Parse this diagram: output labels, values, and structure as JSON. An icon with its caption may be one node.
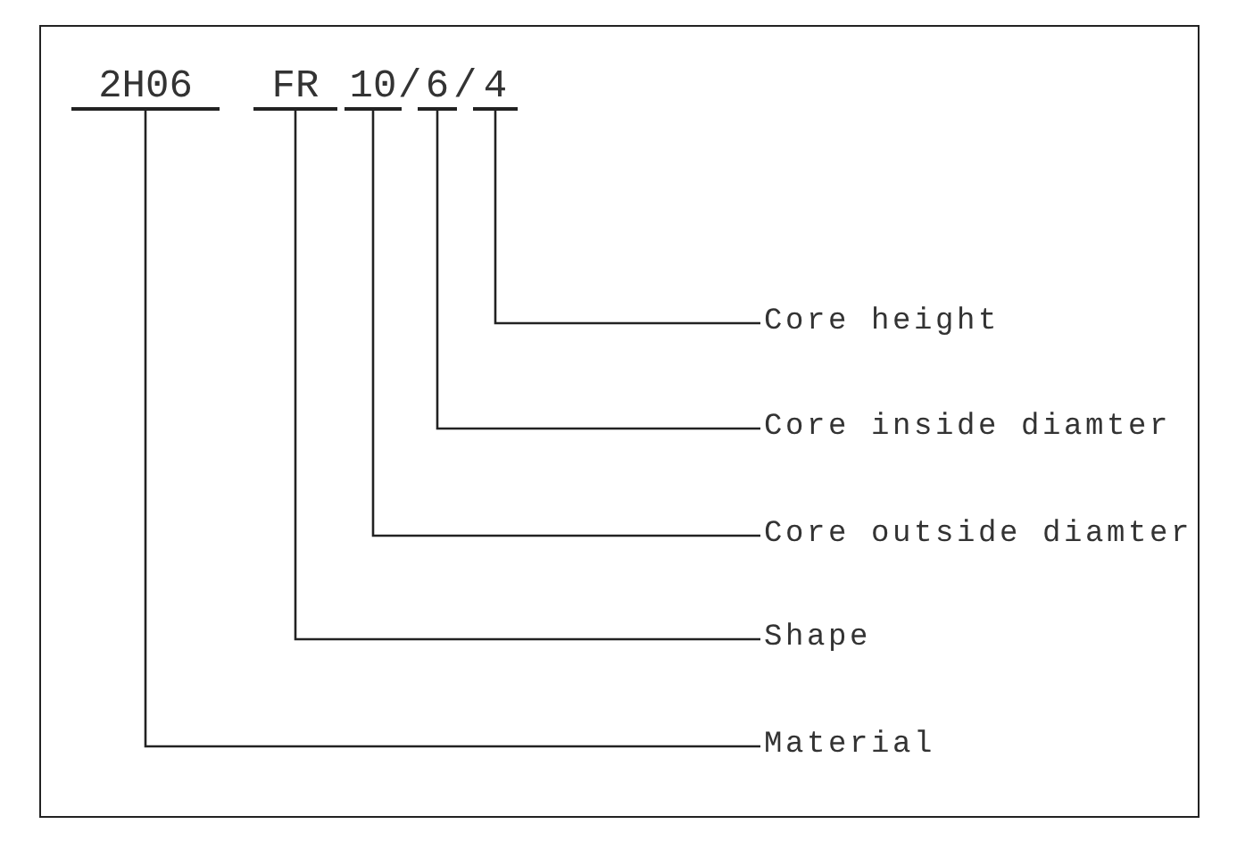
{
  "diagram": {
    "nodes": [
      {
        "text": [
          "2H06"
        ]
      },
      {
        "text": [
          "FR"
        ]
      },
      {
        "text": [
          "10"
        ]
      },
      {
        "text": [
          "6"
        ]
      },
      {
        "text": [
          "4"
        ]
      },
      {
        "text": [
          "Core height"
        ]
      },
      {
        "text": [
          "Core inside diamter"
        ]
      },
      {
        "text": [
          "Core outside diamter"
        ]
      },
      {
        "text": [
          "Shape"
        ]
      },
      {
        "text": [
          "Material"
        ]
      }
    ],
    "edges": [
      {
        "from": 5,
        "to": 4,
        "arrow": "none"
      },
      {
        "from": 6,
        "to": 3,
        "arrow": "none"
      },
      {
        "from": 7,
        "to": 2,
        "arrow": "none"
      },
      {
        "from": 8,
        "to": 1,
        "arrow": "none"
      },
      {
        "from": 9,
        "to": 0,
        "arrow": "none"
      }
    ],
    "labels": [
      "/",
      "/"
    ]
  }
}
